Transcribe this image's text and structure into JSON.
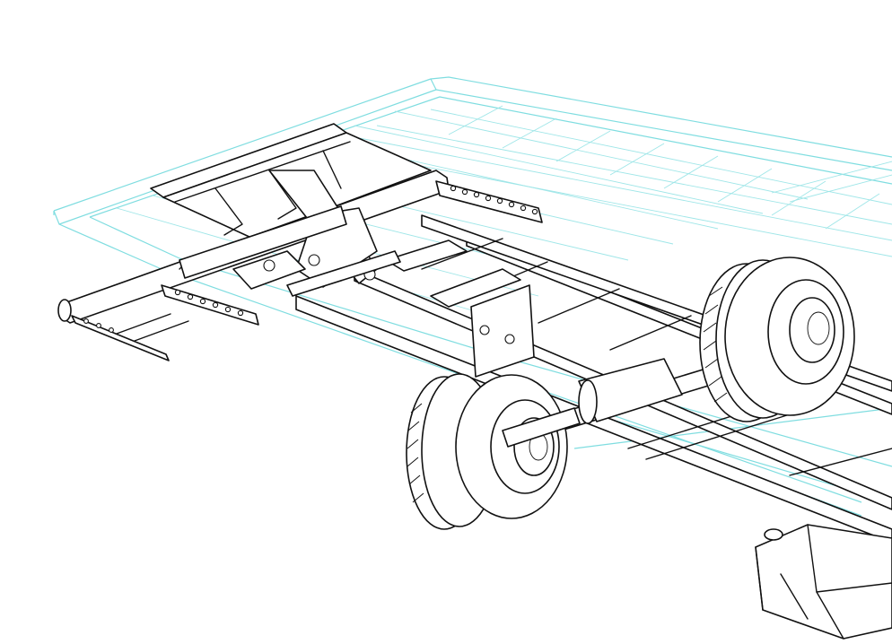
{
  "drawing": {
    "colors": {
      "background": "#ffffff",
      "line": "#111111",
      "ghost_outline": "#7fdde0"
    },
    "parts": [
      "trailer-deck-outline",
      "chassis-frame",
      "front-crossbeam",
      "rear-crossbeam",
      "scissor-lift-linkage",
      "axle",
      "left-wheel",
      "right-wheel",
      "rear-bracket-box"
    ]
  }
}
